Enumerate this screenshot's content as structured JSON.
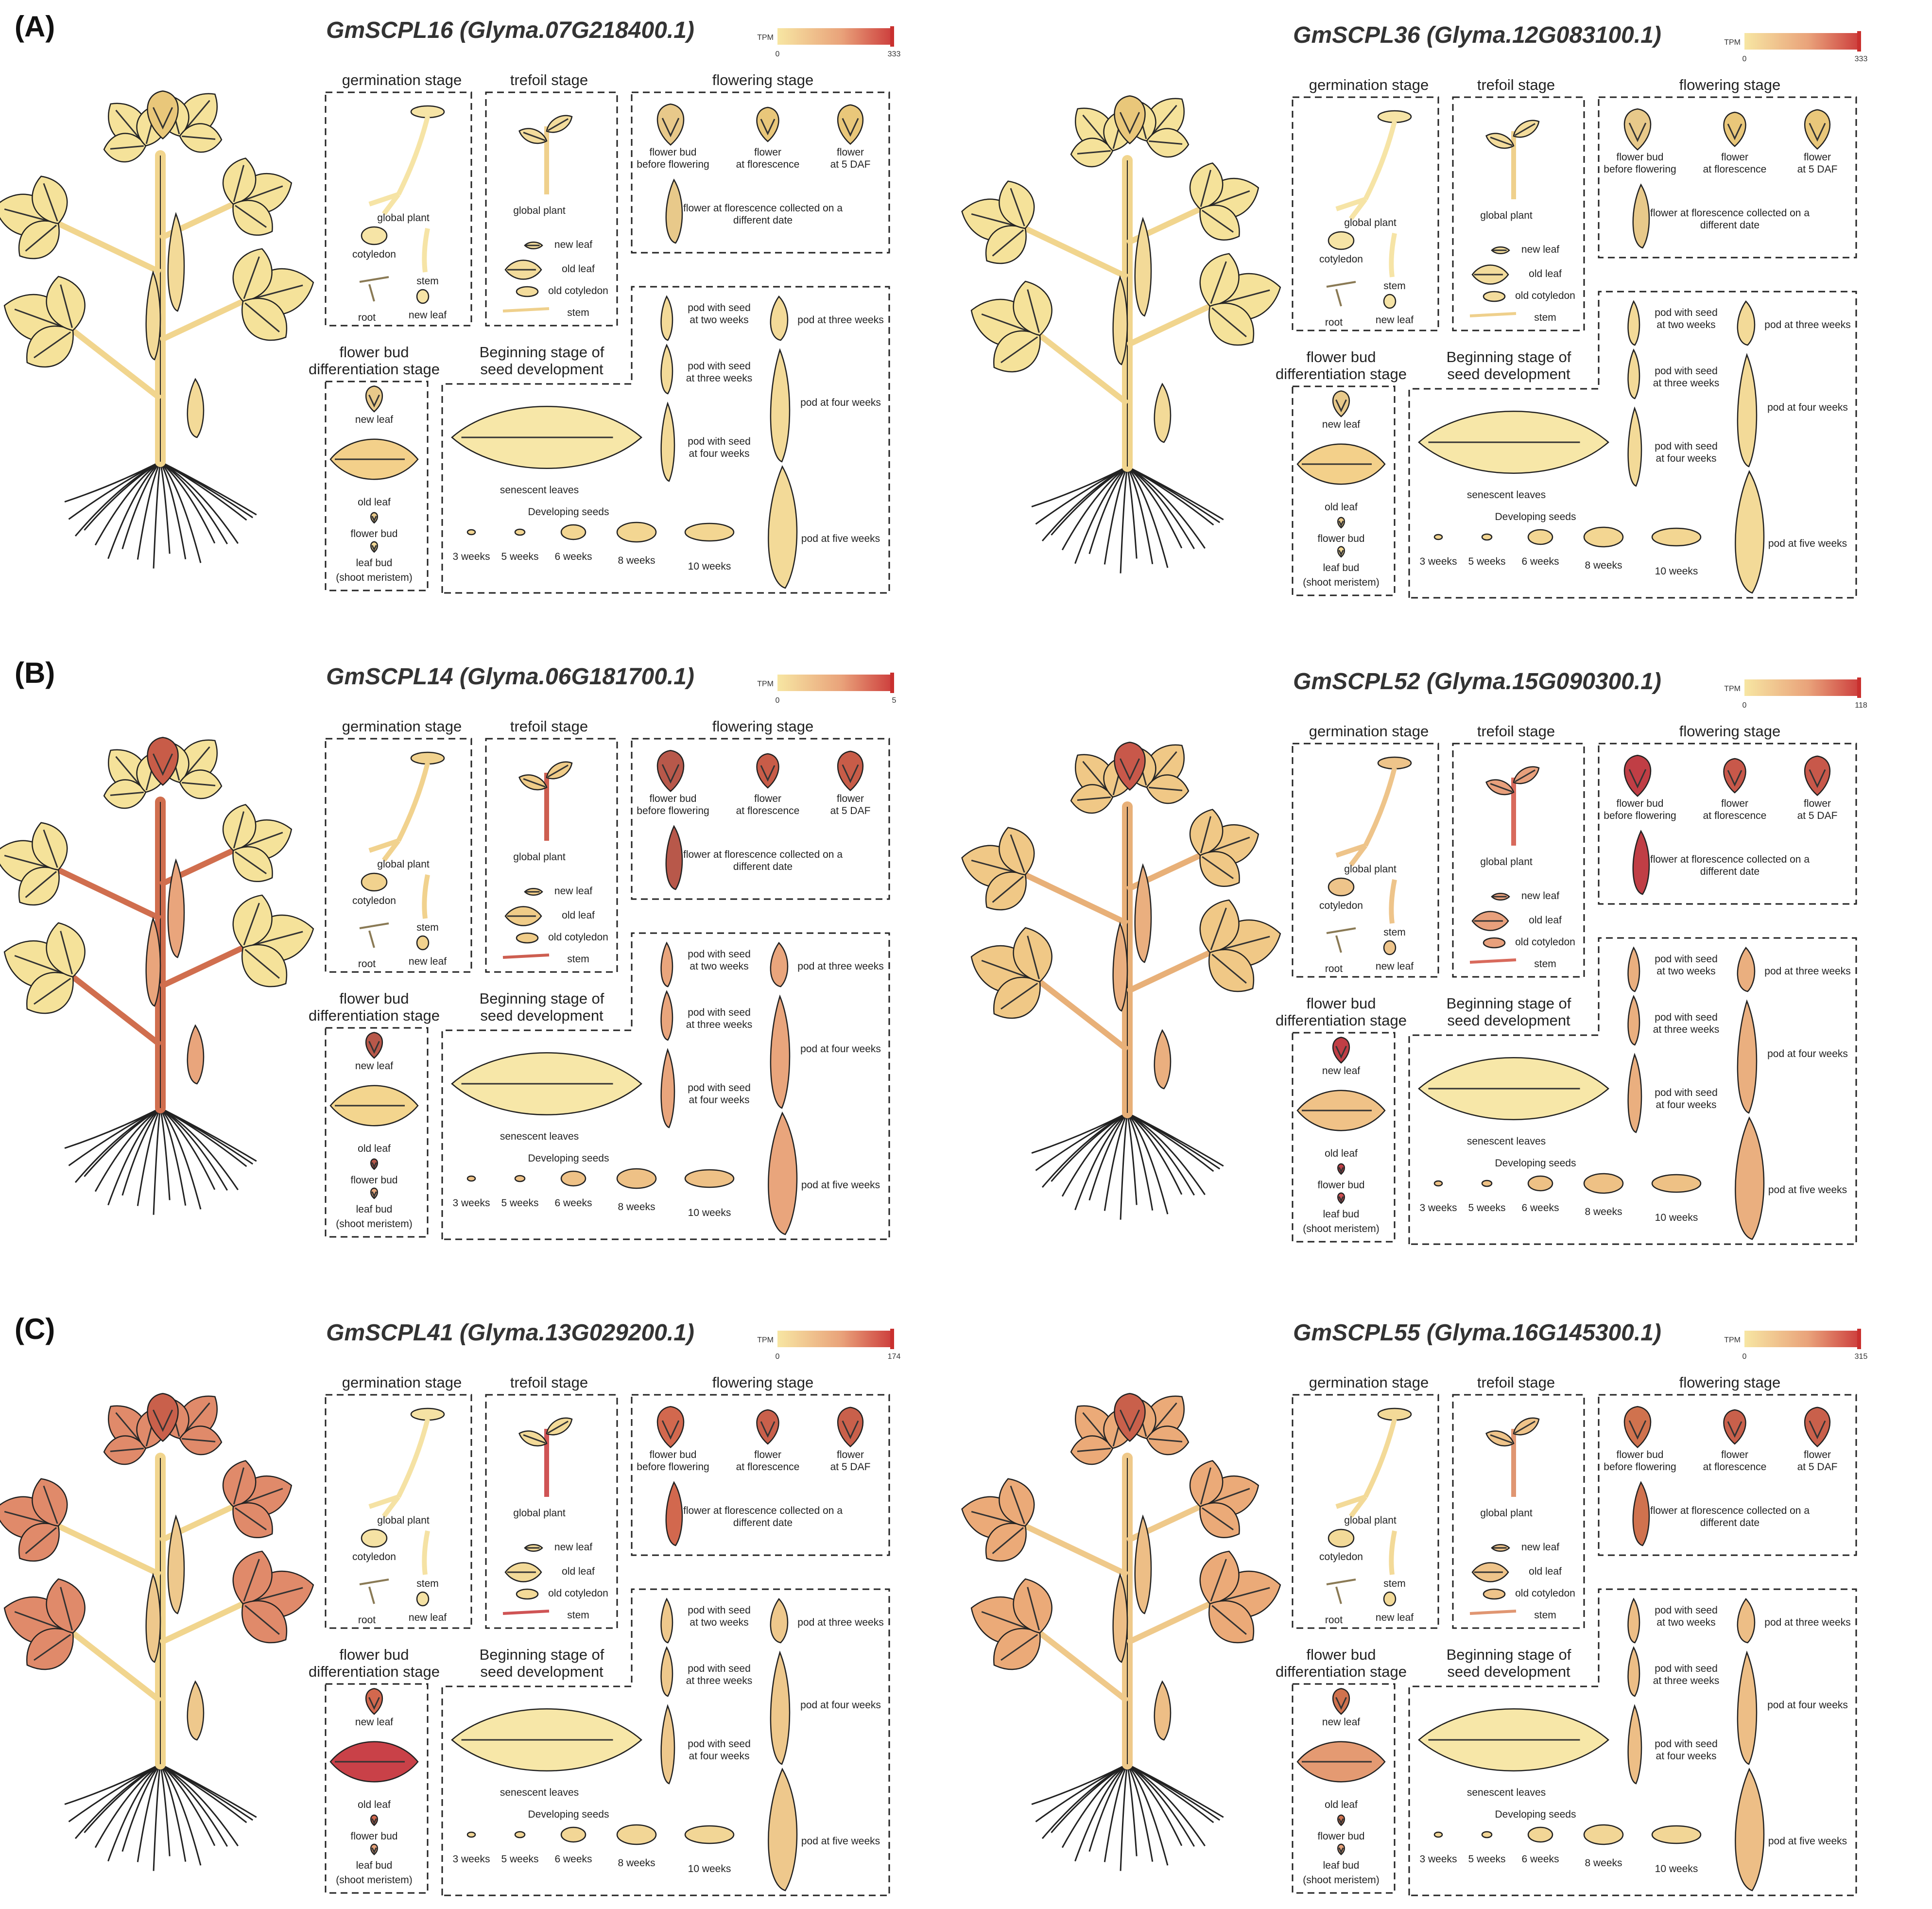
{
  "scale": {
    "label": "TPM",
    "min": "0",
    "color_low": "#F7E6A3",
    "color_high": "#CC3B3B"
  },
  "stage_titles": {
    "germination": "germination stage",
    "trefoil": "trefoil stage",
    "flowering": "flowering stage",
    "flower_bud_1": "flower bud",
    "flower_bud_2": "differentiation stage",
    "beginning_1": "Beginning stage of",
    "beginning_2": "seed development"
  },
  "labels": {
    "global_plant": "global plant",
    "cotyledon": "cotyledon",
    "stem": "stem",
    "root": "root",
    "new_leaf": "new leaf",
    "old_leaf": "old leaf",
    "old_cotyledon": "old cotyledon",
    "flower_bud_1": "flower bud",
    "flower_bud_2": "before flowering",
    "flower_1": "flower",
    "flower_2": "at florescence",
    "flower5_1": "flower",
    "flower5_2": "at 5 DAF",
    "flower_diff_1": "flower at florescence collected on a",
    "flower_diff_2": "different date",
    "fb_flower_bud": "flower  bud",
    "leaf_bud_1": "leaf bud",
    "leaf_bud_2": "(shoot meristem)",
    "senescent": "senescent leaves",
    "developing_seeds": "Developing seeds",
    "w3": "3 weeks",
    "w5": "5 weeks",
    "w6": "6 weeks",
    "w8": "8 weeks",
    "w10": "10 weeks",
    "pod2_1": "pod with seed",
    "pod2_2": "at two weeks",
    "pod3_1": "pod with seed",
    "pod3_2": "at three weeks",
    "pod4_1": "pod with seed",
    "pod4_2": "at four weeks",
    "pod_three": "pod at three weeks",
    "pod_four": "pod at four weeks",
    "pod_five": "pod at five weeks"
  },
  "panels": [
    {
      "letter": "(A)",
      "gene": "GmSCPL16",
      "transcript": "(Glyma.07G218400.1)",
      "tpm_max": "333"
    },
    {
      "letter": "",
      "gene": "GmSCPL36",
      "transcript": "(Glyma.12G083100.1)",
      "tpm_max": "333"
    },
    {
      "letter": "(B)",
      "gene": "GmSCPL14",
      "transcript": "(Glyma.06G181700.1)",
      "tpm_max": "5"
    },
    {
      "letter": "",
      "gene": "GmSCPL52",
      "transcript": "(Glyma.15G090300.1)",
      "tpm_max": "118"
    },
    {
      "letter": "(C)",
      "gene": "GmSCPL41",
      "transcript": "(Glyma.13G029200.1)",
      "tpm_max": "174"
    },
    {
      "letter": "",
      "gene": "GmSCPL55",
      "transcript": "(Glyma.16G145300.1)",
      "tpm_max": "315"
    }
  ],
  "organ_colors": [
    {
      "leaf": "#F5E29A",
      "stem": "#F1D58E",
      "flower": "#E9C77A",
      "seedling": "#F6E4A6",
      "troot": "#F3DC9C",
      "tstem": "#EFD08C",
      "fbud": "#E8C98A",
      "fnewleaf": "#F2D896",
      "foldleaf": "#F3D08A",
      "senescent": "#F7E7A8",
      "seed": "#F3D692",
      "pod": "#F3DA98"
    },
    {
      "leaf": "#F5E29A",
      "stem": "#F1D58E",
      "flower": "#E9C77A",
      "seedling": "#F6E4A6",
      "troot": "#F3DC9C",
      "tstem": "#EFD08C",
      "fbud": "#E8C98A",
      "fnewleaf": "#F2D896",
      "foldleaf": "#F3D08A",
      "senescent": "#F7E7A8",
      "seed": "#F3D692",
      "pod": "#F3DA98"
    },
    {
      "leaf": "#F5E29A",
      "stem": "#D06E4E",
      "flower": "#C85C48",
      "seedling": "#F1D28E",
      "troot": "#F0CC88",
      "tstem": "#CD5E50",
      "fbud": "#B8584A",
      "fnewleaf": "#E8A77C",
      "foldleaf": "#F3D58E",
      "senescent": "#F7E7A8",
      "seed": "#EEC186",
      "pod": "#E9A57C"
    },
    {
      "leaf": "#F0C886",
      "stem": "#E8B078",
      "flower": "#C8584A",
      "seedling": "#EEC48A",
      "troot": "#E8A07C",
      "tstem": "#D86A5C",
      "fbud": "#C03E45",
      "fnewleaf": "#CF4E52",
      "foldleaf": "#F0C287",
      "senescent": "#F7E7A8",
      "seed": "#EEC185",
      "pod": "#EAAF7F"
    },
    {
      "leaf": "#E08A6A",
      "stem": "#F1D58E",
      "flower": "#C9604B",
      "seedling": "#F5E2A4",
      "troot": "#F3DA98",
      "tstem": "#CF5455",
      "fbud": "#D2684E",
      "fnewleaf": "#E6A27A",
      "foldleaf": "#C94148",
      "senescent": "#F7E7A8",
      "seed": "#F2D696",
      "pod": "#EEC88C"
    },
    {
      "leaf": "#EBAA78",
      "stem": "#EFC98A",
      "flower": "#C9604B",
      "seedling": "#F3DA98",
      "troot": "#EFC48A",
      "tstem": "#E09672",
      "fbud": "#D0724E",
      "fnewleaf": "#E6A27A",
      "foldleaf": "#E49A72",
      "senescent": "#F7E7A8",
      "seed": "#F2D696",
      "pod": "#EDBE86"
    }
  ]
}
